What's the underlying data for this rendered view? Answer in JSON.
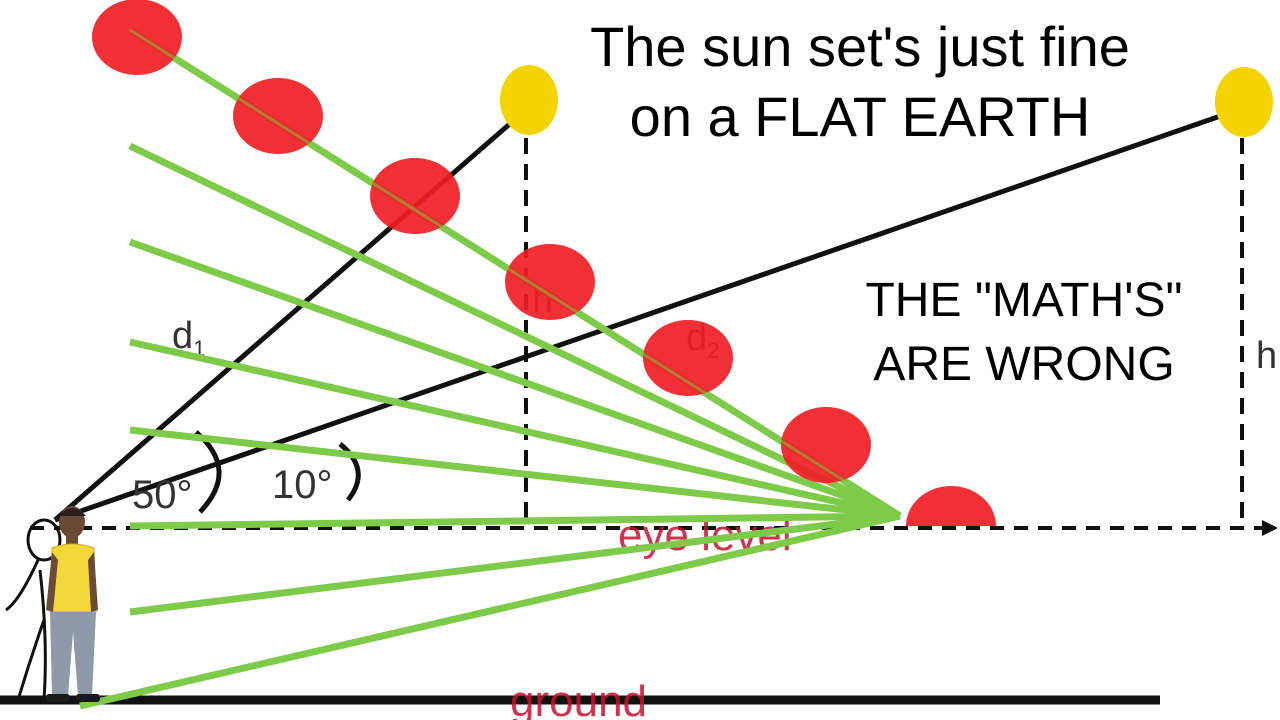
{
  "caption": {
    "line1": "The sun set's just fine",
    "line2": "on a FLAT EARTH",
    "comment_line1": "THE \"MATH'S\"",
    "comment_line2": "ARE WRONG"
  },
  "diagram": {
    "label_d1": "d",
    "label_d1_sub": "1",
    "label_d2": "d",
    "label_d2_sub": "2",
    "label_h1": "h",
    "label_h2": "h",
    "angle_1": "50°",
    "angle_2": "10°",
    "eye_level": "eye level",
    "ground": "ground"
  },
  "colors": {
    "sun_yellow": "#f5d300",
    "sun_red": "#f01e24",
    "sight_line_green": "#7ecb4a",
    "line_black": "#111111",
    "label_red": "#c8102e",
    "text_black": "#000000"
  },
  "icons": {
    "observer": "person-standing-icon",
    "sun": "sun-icon"
  }
}
